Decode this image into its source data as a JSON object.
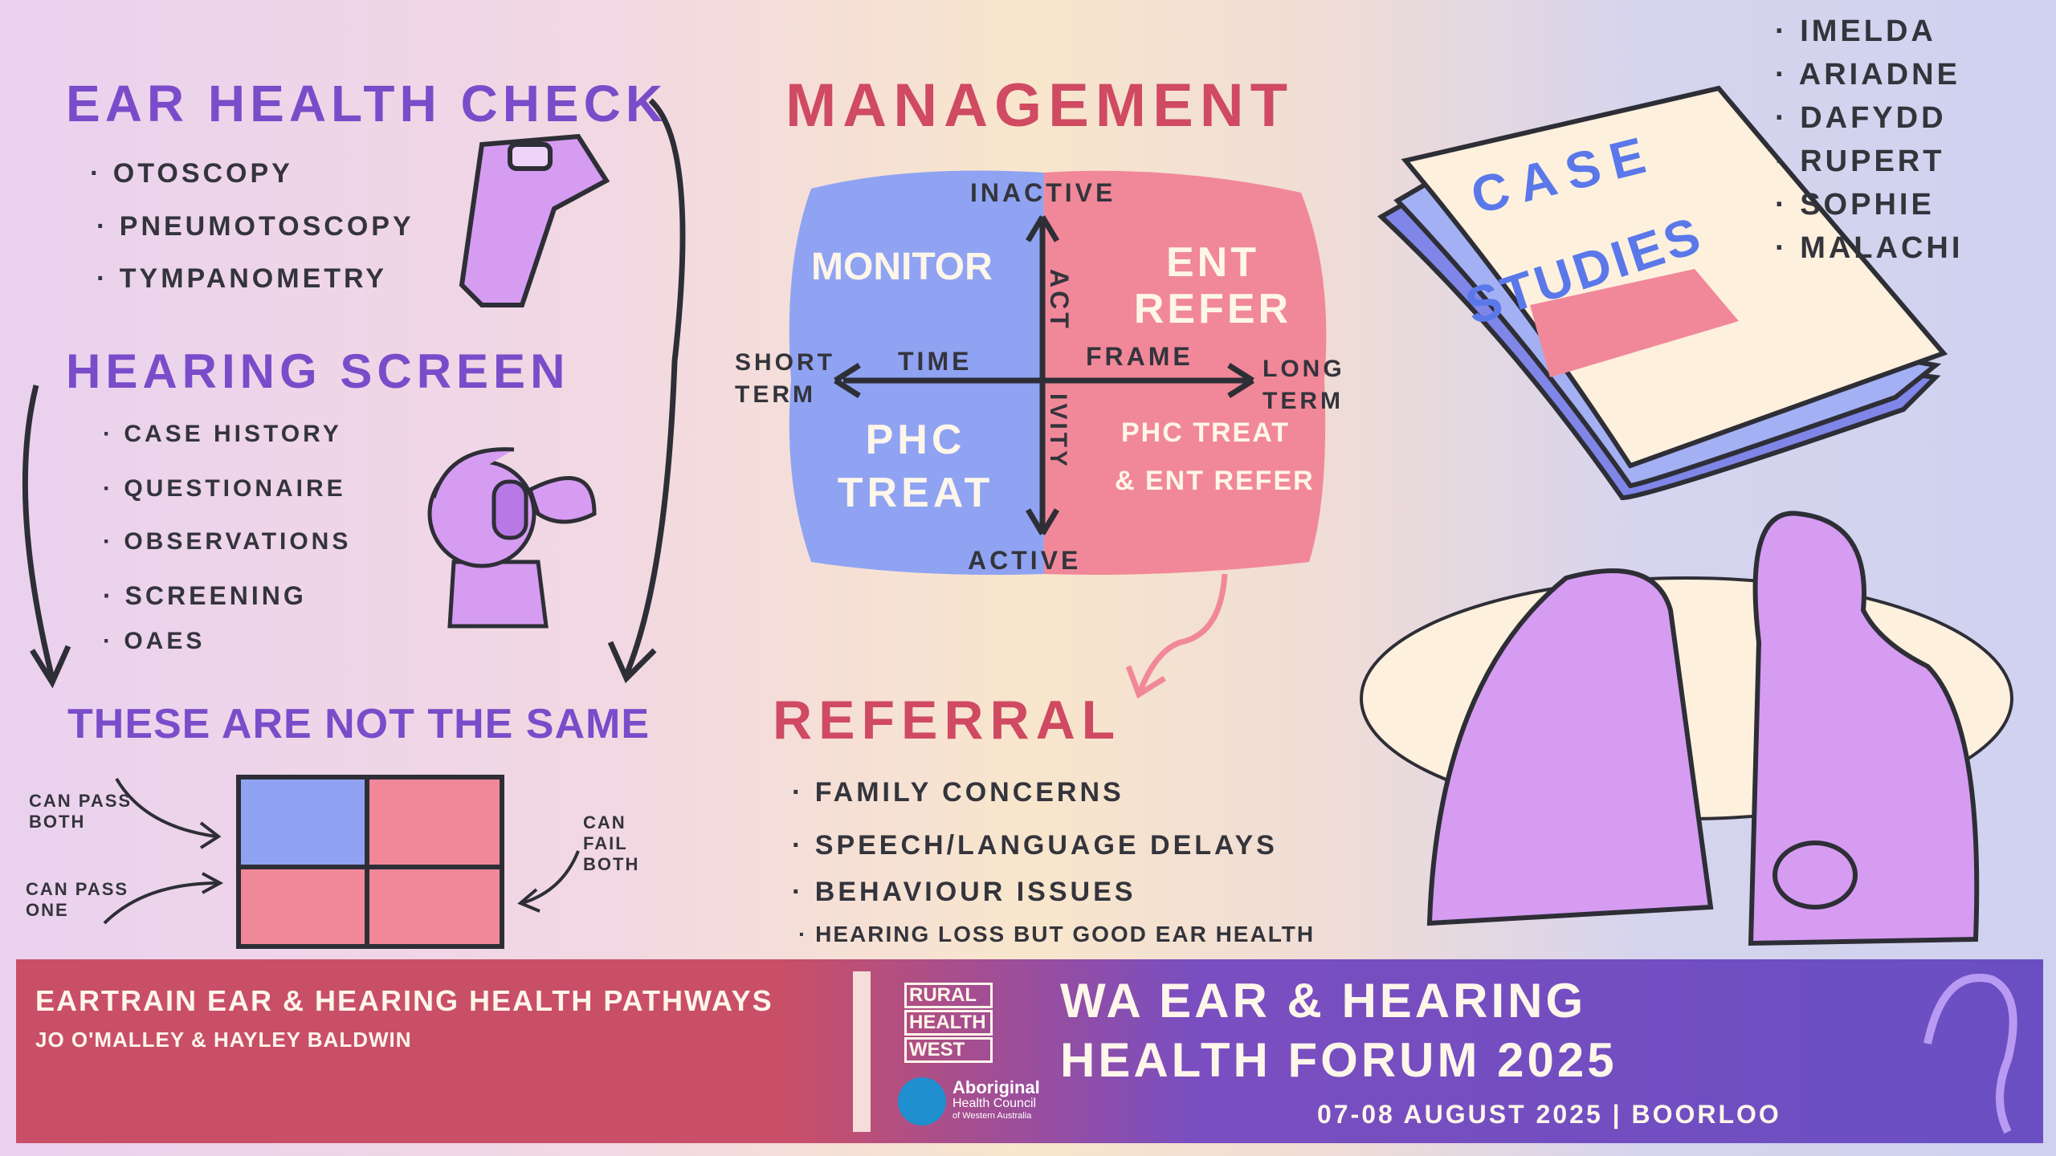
{
  "ear_health_check": {
    "title": "Ear Health Check",
    "items": [
      "Otoscopy",
      "Pneumotoscopy",
      "Tympanometry"
    ]
  },
  "hearing_screen": {
    "title": "Hearing Screen",
    "items": [
      "Case history",
      "Questionaire",
      "Observations",
      "Screening",
      "OAEs"
    ]
  },
  "comparison": {
    "title": "These are not the same",
    "label_pass_both": "Can pass both",
    "label_pass_one": "Can pass one",
    "label_fail_both": "Can fail both"
  },
  "management": {
    "title": "Management",
    "axis_top": "Inactive",
    "axis_bottom": "Active",
    "axis_left": "Short term",
    "axis_right": "Long term",
    "axis_x_label_left": "Time",
    "axis_x_label_right": "Frame",
    "axis_y_label_top": "Act",
    "axis_y_label_bottom": "ivity",
    "quadrants": {
      "top_left": "Monitor",
      "top_right": "ENT refer",
      "bottom_left": "PHC treat",
      "bottom_right_1": "PHC treat",
      "bottom_right_2": "& ENT refer"
    }
  },
  "referral": {
    "title": "Referral",
    "items": [
      "Family concerns",
      "Speech/language delays",
      "Behaviour issues",
      "Hearing loss but good ear health"
    ]
  },
  "case_studies": {
    "title_1": "Case",
    "title_2": "Studies",
    "names": [
      "Imelda",
      "Ariadne",
      "Dafydd",
      "Rupert",
      "Sophie",
      "Malachi"
    ]
  },
  "banner": {
    "session_title": "Eartrain Ear & Hearing Health Pathways",
    "presenters": "Jo O'Malley & Hayley Baldwin",
    "logo_rhw": [
      "Rural",
      "Health",
      "West"
    ],
    "logo_ahc_1": "Aboriginal",
    "logo_ahc_2": "Health Council",
    "logo_ahc_3": "of Western Australia",
    "forum_line1": "WA Ear & Hearing",
    "forum_line2": "Health Forum 2025",
    "date_place": "07-08 August 2025 | Boorloo"
  },
  "colors": {
    "purple": "#7a4cc9",
    "red": "#cf4a62",
    "blue": "#8fa3f2",
    "pink": "#f18899",
    "banner_left": "#c94f68",
    "banner_right": "#6e4fc0"
  }
}
